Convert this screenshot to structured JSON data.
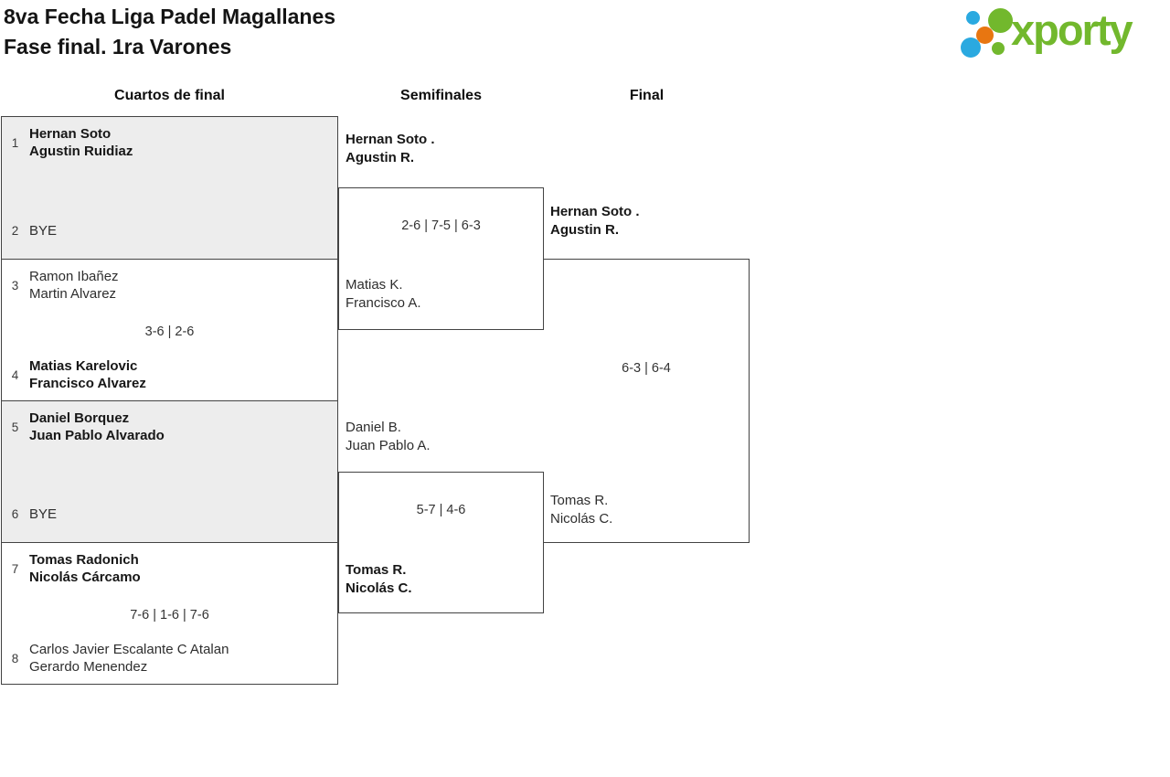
{
  "header": {
    "title_line1": "8va Fecha Liga Padel Magallanes",
    "title_line2": "Fase final. 1ra Varones"
  },
  "logo": {
    "text": "xporty",
    "brand_green": "#72b82d",
    "brand_blue": "#2aa9e0",
    "brand_orange": "#e87611"
  },
  "bracket": {
    "round_labels": [
      "Cuartos de final",
      "Semifinales",
      "Final"
    ],
    "colors": {
      "box_border": "#434343",
      "bye_box_fill": "#ededed"
    },
    "quarterfinals": [
      {
        "p1_seed": "1",
        "p1_line1": "Hernan Soto",
        "p1_line2": "Agustin Ruidiaz",
        "score": "",
        "p2_seed": "2",
        "p2_line1": "BYE",
        "p2_line2": ""
      },
      {
        "p1_seed": "3",
        "p1_line1": "Ramon Ibañez",
        "p1_line2": "Martin Alvarez",
        "score": "3-6 | 2-6",
        "p2_seed": "4",
        "p2_line1": "Matias Karelovic",
        "p2_line2": "Francisco Alvarez"
      },
      {
        "p1_seed": "5",
        "p1_line1": "Daniel Borquez",
        "p1_line2": "Juan Pablo Alvarado",
        "score": "",
        "p2_seed": "6",
        "p2_line1": "BYE",
        "p2_line2": ""
      },
      {
        "p1_seed": "7",
        "p1_line1": "Tomas Radonich",
        "p1_line2": "Nicolás Cárcamo",
        "score": "7-6 | 1-6 | 7-6",
        "p2_seed": "8",
        "p2_line1": "Carlos Javier Escalante C Atalan",
        "p2_line2": "Gerardo Menendez"
      }
    ],
    "semifinals": [
      {
        "p1_line1": "Hernan Soto .",
        "p1_line2": "Agustin R.",
        "score": "2-6 | 7-5 | 6-3",
        "p2_line1": "Matias K.",
        "p2_line2": "Francisco A."
      },
      {
        "p1_line1": "Daniel B.",
        "p1_line2": "Juan Pablo A.",
        "score": "5-7 | 4-6",
        "p2_line1": "Tomas R.",
        "p2_line2": "Nicolás C."
      }
    ],
    "final": {
      "p1_line1": "Hernan Soto .",
      "p1_line2": "Agustin R.",
      "score": "6-3 | 6-4",
      "p2_line1": "Tomas R.",
      "p2_line2": "Nicolás C."
    }
  }
}
